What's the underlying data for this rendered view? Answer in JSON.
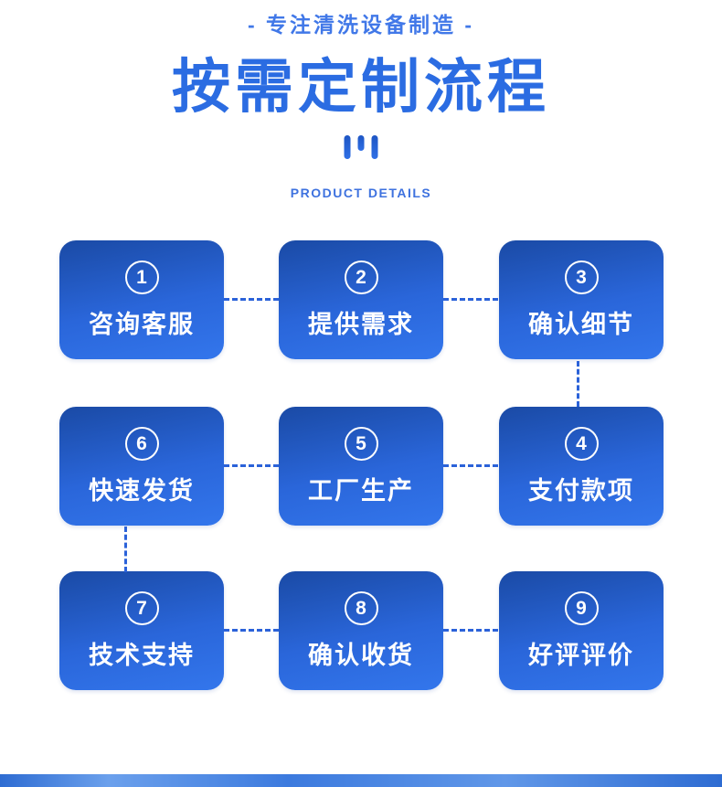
{
  "header": {
    "tagline": "- 专注清洗设备制造 -",
    "title": "按需定制流程",
    "subtitle": "PRODUCT DETAILS"
  },
  "colors": {
    "accent_blue": "#2b6ce2",
    "tagline_blue": "#4178e8",
    "box_gradient_top": "#1a4aa5",
    "box_gradient_bottom": "#3376ec",
    "connector_blue": "#2b62d9",
    "box_text": "#ffffff"
  },
  "icons": {
    "decoration": "three-bars-icon"
  },
  "steps": [
    {
      "number": "1",
      "label": "咨询客服"
    },
    {
      "number": "2",
      "label": "提供需求"
    },
    {
      "number": "3",
      "label": "确认细节"
    },
    {
      "number": "4",
      "label": "支付款项"
    },
    {
      "number": "5",
      "label": "工厂生产"
    },
    {
      "number": "6",
      "label": "快速发货"
    },
    {
      "number": "7",
      "label": "技术支持"
    },
    {
      "number": "8",
      "label": "确认收货"
    },
    {
      "number": "9",
      "label": "好评评价"
    }
  ]
}
